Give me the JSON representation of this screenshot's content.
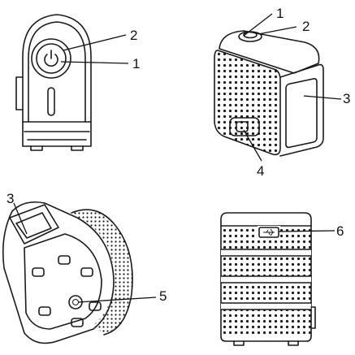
{
  "callouts": {
    "front_top": "2",
    "front_bottom": "1",
    "iso_top1": "1",
    "iso_top2": "2",
    "iso_right": "3",
    "iso_bottom": "4",
    "bottom_left": "3",
    "bottom_right": "5",
    "side_top": "6"
  },
  "colors": {
    "line": "#1a1a1a",
    "background": "#ffffff"
  }
}
